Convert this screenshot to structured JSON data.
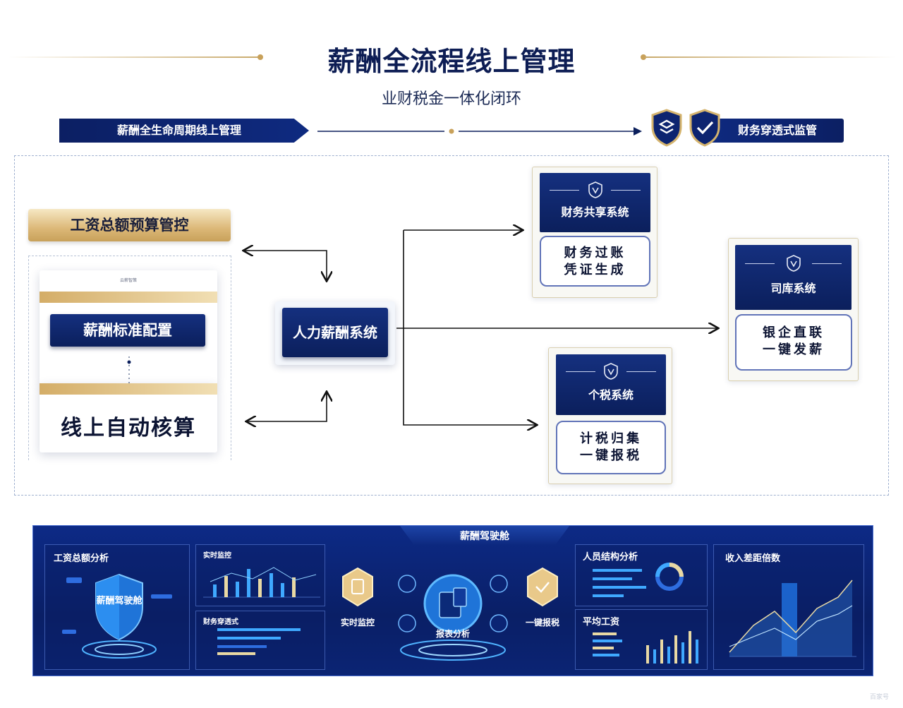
{
  "header": {
    "title": "薪酬全流程线上管理",
    "subtitle": "业财税金一体化闭环",
    "left_banner": "薪酬全生命周期线上管理",
    "right_banner": "财务穿透式监管"
  },
  "left_column": {
    "budget_label": "工资总额预算管控",
    "card_tiny_text": "云薪智策",
    "config_label": "薪酬标准配置",
    "calc_label": "线上自动核算"
  },
  "center": {
    "hr_system": "人力薪酬系统"
  },
  "systems": {
    "finance": {
      "name": "财务共享系统",
      "line1": "财务过账",
      "line2": "凭证生成"
    },
    "treasury": {
      "name": "司库系统",
      "line1": "银企直联",
      "line2": "一键发薪"
    },
    "tax": {
      "name": "个税系统",
      "line1": "计税归集",
      "line2": "一键报税"
    }
  },
  "dashboard": {
    "title": "薪酬驾驶舱",
    "panel_total_wage": "工资总额分析",
    "center_logo_label": "薪酬驾驶舱",
    "panel_realtime": "实时监控",
    "panel_penetration": "财务穿透式",
    "hub_left_label": "实时监控",
    "hub_center_label": "报表分析",
    "hub_right_label": "一键报税",
    "panel_staff": "人员结构分析",
    "panel_avg_wage": "平均工资",
    "panel_income_gap": "收入差距倍数"
  },
  "watermark": "百家号",
  "colors": {
    "navy": "#0b1f5c",
    "gold": "#c8a15a",
    "dash_blue": "#0d2a86",
    "accent": "#3fa9ff"
  }
}
